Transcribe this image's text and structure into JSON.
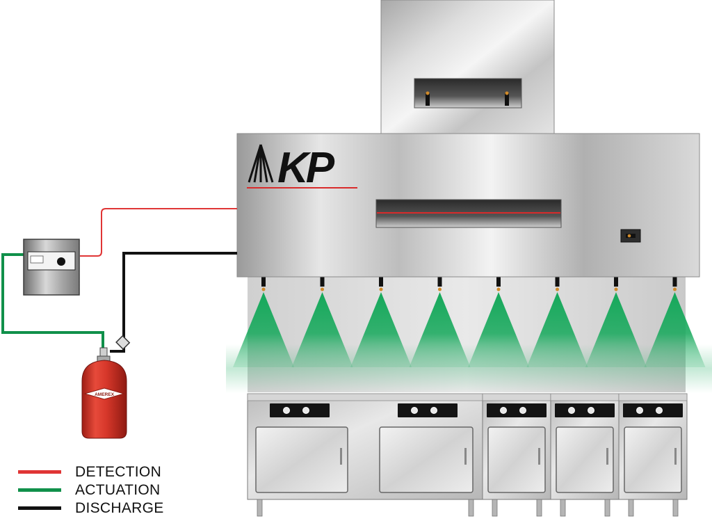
{
  "legend": {
    "items": [
      {
        "label": "DETECTION",
        "color": "#e03535"
      },
      {
        "label": "ACTUATION",
        "color": "#10904a"
      },
      {
        "label": "DISCHARGE",
        "color": "#111111"
      }
    ]
  },
  "brand": {
    "logo_text": "KP",
    "logo_color": "#111111",
    "accent": "#d92b2b"
  },
  "cylinder": {
    "label": "AMEREX",
    "color": "#e23a2c"
  },
  "hood": {
    "nozzle_count": 8
  },
  "spray": {
    "color": "#14a85a"
  },
  "appliances": {
    "unit_count": 5
  }
}
